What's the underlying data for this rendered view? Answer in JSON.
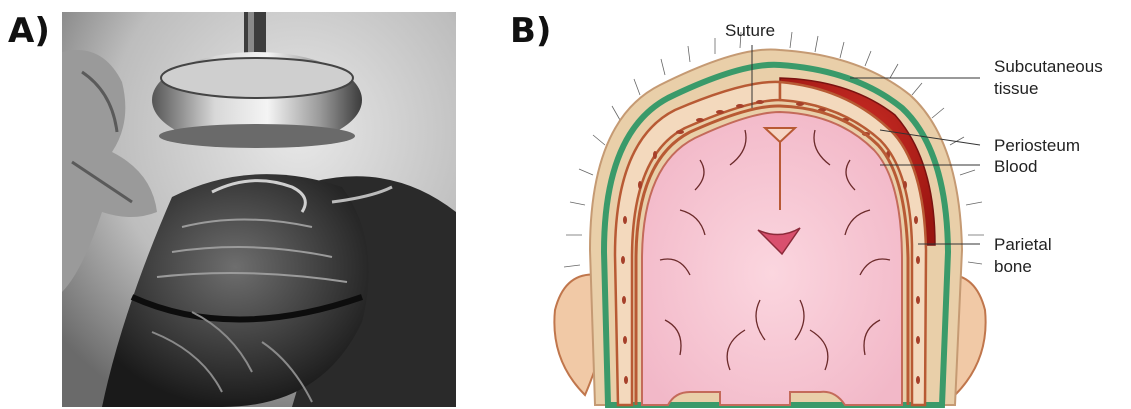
{
  "panel_a": {
    "letter": "A)"
  },
  "panel_b": {
    "letter": "B)",
    "labels": {
      "suture": "Suture",
      "subcutaneous_1": "Subcutaneous",
      "subcutaneous_2": "tissue",
      "periosteum": "Periosteum",
      "blood": "Blood",
      "parietal_1": "Parietal",
      "parietal_2": "bone"
    }
  },
  "colors": {
    "scalp": "#e9cfa9",
    "periosteum": "#3a9a6a",
    "bone": "#f3d9bd",
    "bone_outline": "#b85a34",
    "blood": "#b82018",
    "brain": "#f6c9d3",
    "ventricle": "#d9506e"
  }
}
